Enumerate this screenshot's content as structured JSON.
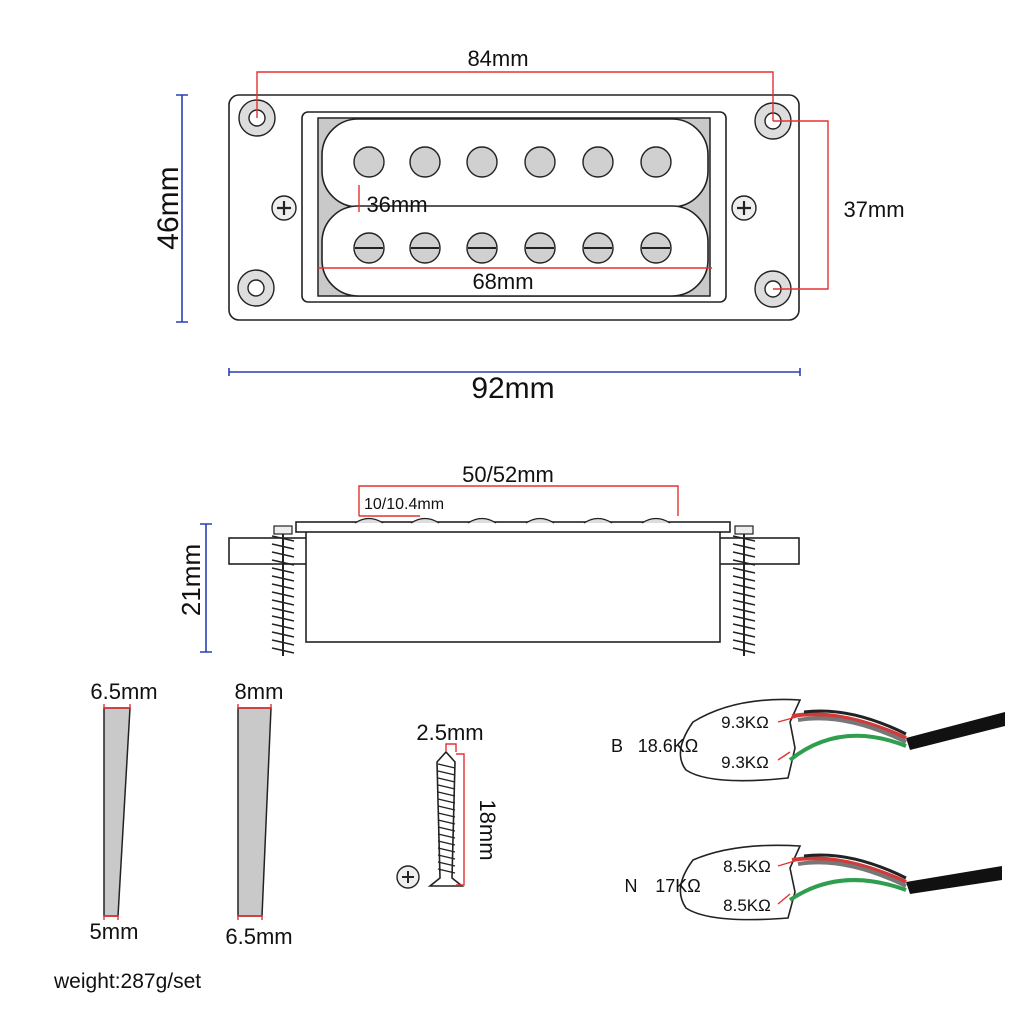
{
  "top_view": {
    "width_label": "84mm",
    "height_label": "46mm",
    "inner_height_label": "36mm",
    "pole_span_label": "68mm",
    "mount_spacing_label": "37mm",
    "overall_width_label": "92mm"
  },
  "side_view": {
    "pole_span_label": "50/52mm",
    "pole_spacing_label": "10/10.4mm",
    "height_label": "21mm"
  },
  "spacers": [
    {
      "top_label": "6.5mm",
      "bottom_label": "5mm"
    },
    {
      "top_label": "8mm",
      "bottom_label": "6.5mm"
    }
  ],
  "screw": {
    "diameter_label": "2.5mm",
    "length_label": "18mm"
  },
  "wiring": [
    {
      "position": "B",
      "total": "18.6KΩ",
      "coil_a": "9.3KΩ",
      "coil_b": "9.3KΩ"
    },
    {
      "position": "N",
      "total": "17KΩ",
      "coil_a": "8.5KΩ",
      "coil_b": "8.5KΩ"
    }
  ],
  "footer": {
    "weight": "weight:287g/set"
  },
  "colors": {
    "dimension_red": "#e53030",
    "dimension_blue": "#2a3fb5",
    "wire_green": "#2f9e4f",
    "wire_red": "#d23a3a"
  }
}
